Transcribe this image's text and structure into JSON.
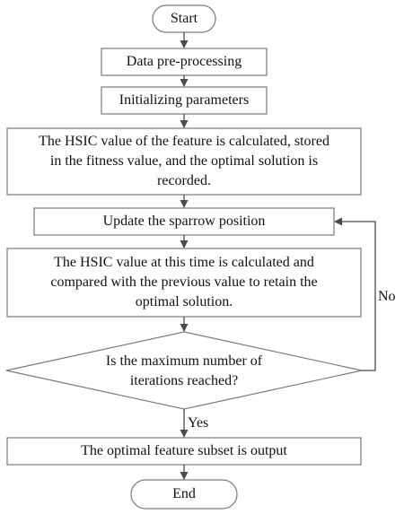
{
  "flowchart": {
    "start": "Start",
    "step1": "Data pre-processing",
    "step2": "Initializing parameters",
    "step3": {
      "line1": "The HSIC value of the feature is calculated, stored",
      "line2": "in the fitness value, and the optimal solution is",
      "line3": "recorded."
    },
    "step4": "Update the sparrow position",
    "step5": {
      "line1": "The HSIC value at this time is calculated and",
      "line2": "compared with the previous value to retain the",
      "line3": "optimal solution."
    },
    "decision": {
      "line1": "Is the maximum number of",
      "line2": "iterations reached?"
    },
    "yes_label": "Yes",
    "no_label": "No",
    "output": "The optimal feature subset is output",
    "end": "End"
  },
  "colors": {
    "box_border": "#7a7a7a",
    "arrow": "#4a4a4a",
    "text": "#111111",
    "background": "#ffffff"
  }
}
